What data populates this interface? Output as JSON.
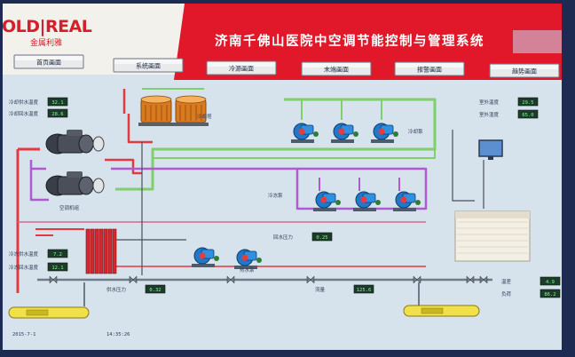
{
  "header": {
    "logo_text": "OLD|REAL",
    "logo_cn": "金属利雅",
    "title": "济南千佛山医院中空调节能控制与管理系统"
  },
  "nav": [
    {
      "label": "首页画面"
    },
    {
      "label": "系统画面"
    },
    {
      "label": "冷源画面"
    },
    {
      "label": "末端画面"
    },
    {
      "label": "报警画面"
    },
    {
      "label": "趋势画面"
    }
  ],
  "equipment_labels": {
    "cooling_tower": "冷却塔",
    "cooling_pump": "冷却泵",
    "chiller": "空调机组",
    "chilled_pump": "冷冻泵",
    "hot_pump": "热水泵"
  },
  "left_readouts": [
    {
      "label": "冷却供水温度",
      "value": "32.1"
    },
    {
      "label": "冷却回水温度",
      "value": "28.6"
    },
    {
      "label": "冷冻供水温度",
      "value": "7.2"
    },
    {
      "label": "冷冻回水温度",
      "value": "12.1"
    }
  ],
  "right_readouts": [
    {
      "label": "室外温度",
      "value": "29.5"
    },
    {
      "label": "室外湿度",
      "value": "65.0"
    }
  ],
  "bottom_readouts": [
    {
      "label": "供水压力",
      "value": "0.32"
    },
    {
      "label": "回水压力",
      "value": "0.25"
    },
    {
      "label": "流量",
      "value": "125.6"
    },
    {
      "label": "温差",
      "value": "4.9"
    },
    {
      "label": "负荷",
      "value": "86.2"
    }
  ],
  "footer": {
    "left": "2015-7-1",
    "mid": "14:35:26"
  },
  "colors": {
    "background": "#d6e2ec",
    "header_red": "#e0182a",
    "pipe_green": "#7fcf6a",
    "pipe_red": "#e33a40",
    "pipe_purple": "#b05ad0",
    "pump_blue": "#1f78c8",
    "readout_bg": "#1d3b2a"
  }
}
